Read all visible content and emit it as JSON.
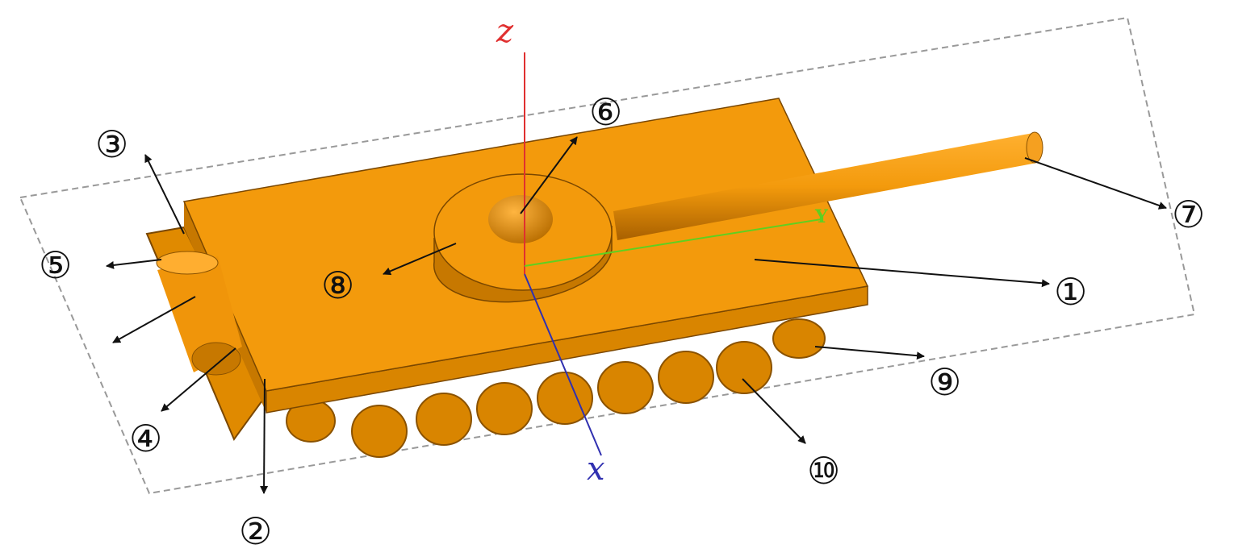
{
  "title": "Tank model component diagram",
  "axes": {
    "z": "z",
    "x": "x",
    "y": "Y"
  },
  "labels": [
    "①",
    "②",
    "③",
    "④",
    "⑤",
    "⑥",
    "⑦",
    "⑧",
    "⑨",
    "⑩"
  ],
  "colors": {
    "body": "#f39a0c",
    "shade": "#b86d00",
    "z_axis": "#e03030",
    "x_axis": "#3030b0",
    "y_axis": "#5fd020",
    "plane": "#999999"
  }
}
